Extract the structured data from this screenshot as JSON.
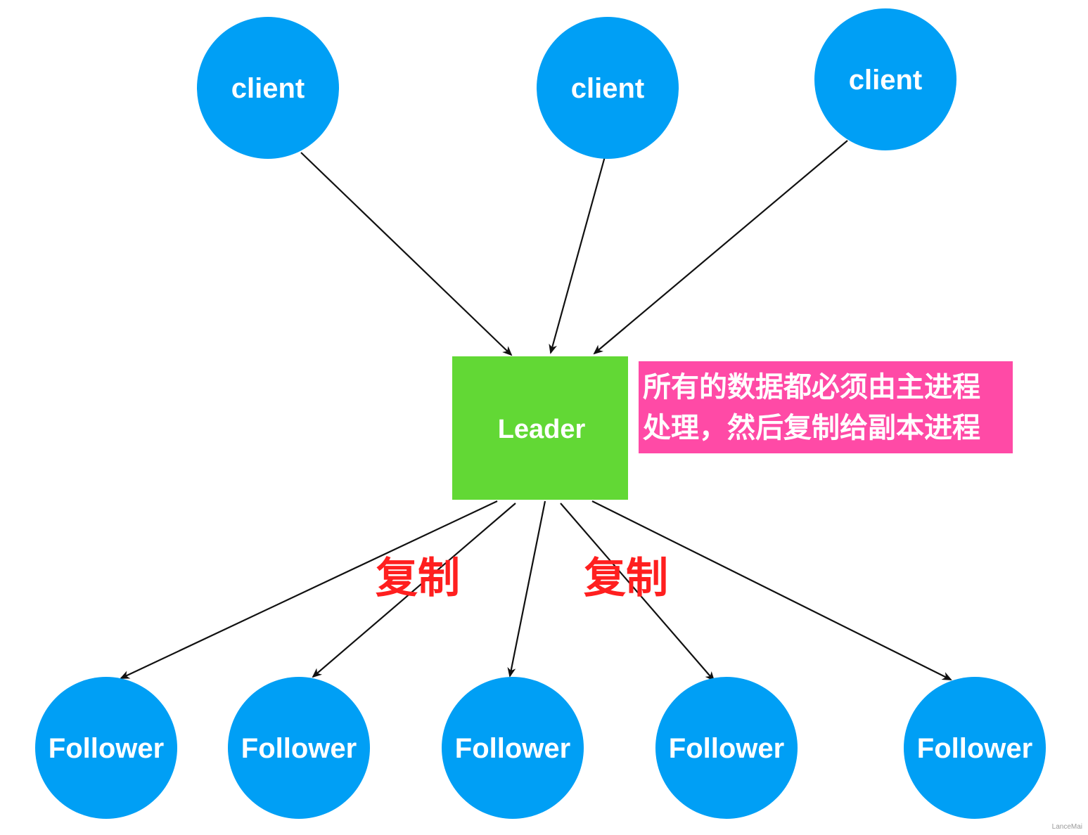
{
  "clients": [
    {
      "label": "client"
    },
    {
      "label": "client"
    },
    {
      "label": "client"
    }
  ],
  "leader": {
    "label": "Leader"
  },
  "followers": [
    {
      "label": "Follower"
    },
    {
      "label": "Follower"
    },
    {
      "label": "Follower"
    },
    {
      "label": "Follower"
    },
    {
      "label": "Follower"
    }
  ],
  "note": {
    "line1": "所有的数据都必须由主进程",
    "line2": "处理，然后复制给副本进程"
  },
  "copy_labels": [
    "复制",
    "复制"
  ],
  "watermark": "LanceMai",
  "colors": {
    "node": "#009ff5",
    "leader": "#62d835",
    "note_bg": "#ff4aa6",
    "copy_text": "#ff1f1f",
    "edge": "#111111"
  }
}
